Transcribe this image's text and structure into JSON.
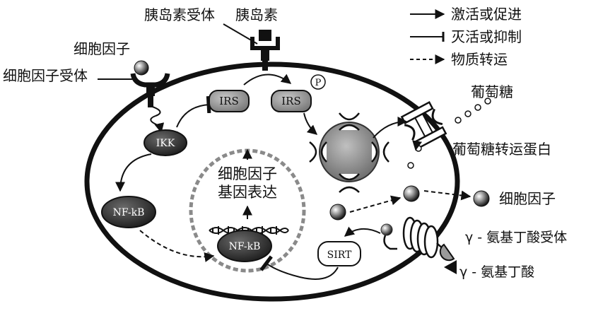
{
  "labels": {
    "insulin_receptor": "胰岛素受体",
    "insulin": "胰岛素",
    "cytokine_top": "细胞因子",
    "cytokine_receptor": "细胞因子受体",
    "glucose": "葡萄糖",
    "glucose_transporter": "葡萄糖转运蛋白",
    "cytokine_right": "细胞因子",
    "gaba_receptor": "γ - 氨基丁酸受体",
    "gaba": "γ - 氨基丁酸",
    "gene_expression_line1": "细胞因子",
    "gene_expression_line2": "基因表达"
  },
  "nodes": {
    "irs_left": "IRS",
    "irs_right": "IRS",
    "phospho": "P",
    "ikk": "IKK",
    "nfkb_cyto": "NF-kB",
    "nfkb_nucleus": "NF-kB",
    "sirt": "SIRT"
  },
  "legend": [
    {
      "symbol": "arrow",
      "label": "激活或促进"
    },
    {
      "symbol": "inhibit",
      "label": "灭活或抑制"
    },
    {
      "symbol": "dashed",
      "label": "物质转运"
    }
  ]
}
